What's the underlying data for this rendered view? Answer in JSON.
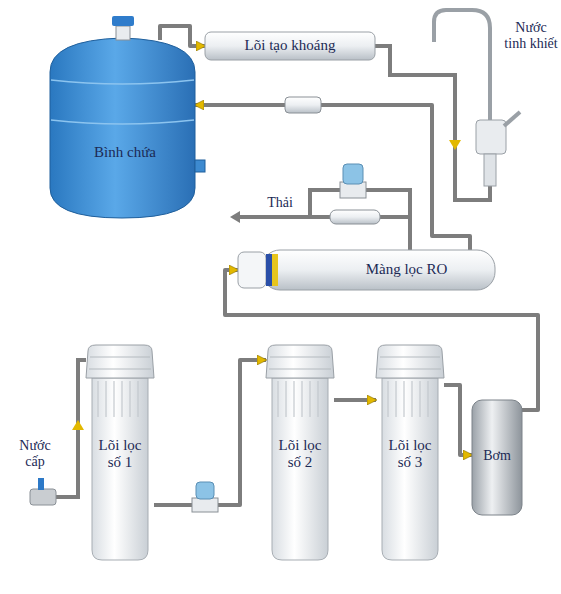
{
  "diagram": {
    "nodes": [
      {
        "text": [
          "Bình chứa"
        ]
      },
      {
        "text": [
          "Lõi tạo khoáng"
        ]
      },
      {
        "text": [
          "Màng lọc RO"
        ]
      },
      {
        "text": [
          "Lõi lọc số 1"
        ]
      },
      {
        "text": [
          "Lõi lọc số 2"
        ]
      },
      {
        "text": [
          "Lõi lọc số 3"
        ]
      },
      {
        "text": [
          "Bơm"
        ]
      }
    ],
    "edges": [
      {
        "from": 0,
        "to": 1,
        "arrow": "to"
      },
      {
        "from": 2,
        "to": 0,
        "arrow": "to"
      },
      {
        "from": 3,
        "to": 4,
        "arrow": "to"
      },
      {
        "from": 4,
        "to": 5,
        "arrow": "to"
      },
      {
        "from": 5,
        "to": 6,
        "arrow": "to"
      },
      {
        "from": 6,
        "to": 2,
        "arrow": "to"
      }
    ],
    "labels": [
      "Nước tinh khiết",
      "Thải",
      "Nước cấp"
    ]
  }
}
